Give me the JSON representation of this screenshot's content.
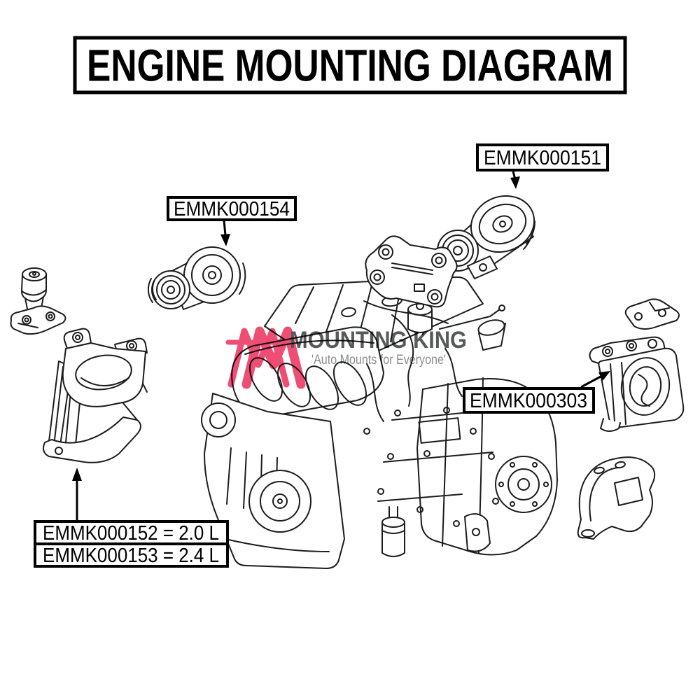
{
  "title": "ENGINE MOUNTING DIAGRAM",
  "watermark": {
    "brand": "MOUNTING KING",
    "tagline": "'Auto Mounts for Everyone'",
    "logo_icon": "mk-monogram-icon"
  },
  "parts": [
    {
      "id": "emmk151",
      "label": "EMMK000151"
    },
    {
      "id": "emmk154",
      "label": "EMMK000154"
    },
    {
      "id": "emmk303",
      "label": "EMMK000303"
    },
    {
      "id": "emmk152",
      "label": "EMMK000152 = 2.0 L"
    },
    {
      "id": "emmk153",
      "label": "EMMK000153 = 2.4 L"
    }
  ],
  "colors": {
    "line": "#1c1c1c",
    "box_border": "#000000",
    "background": "#ffffff",
    "brand_gray": "#58595b",
    "tagline_gray": "#8a8c8f",
    "accent_pink": "#ee4e74"
  }
}
